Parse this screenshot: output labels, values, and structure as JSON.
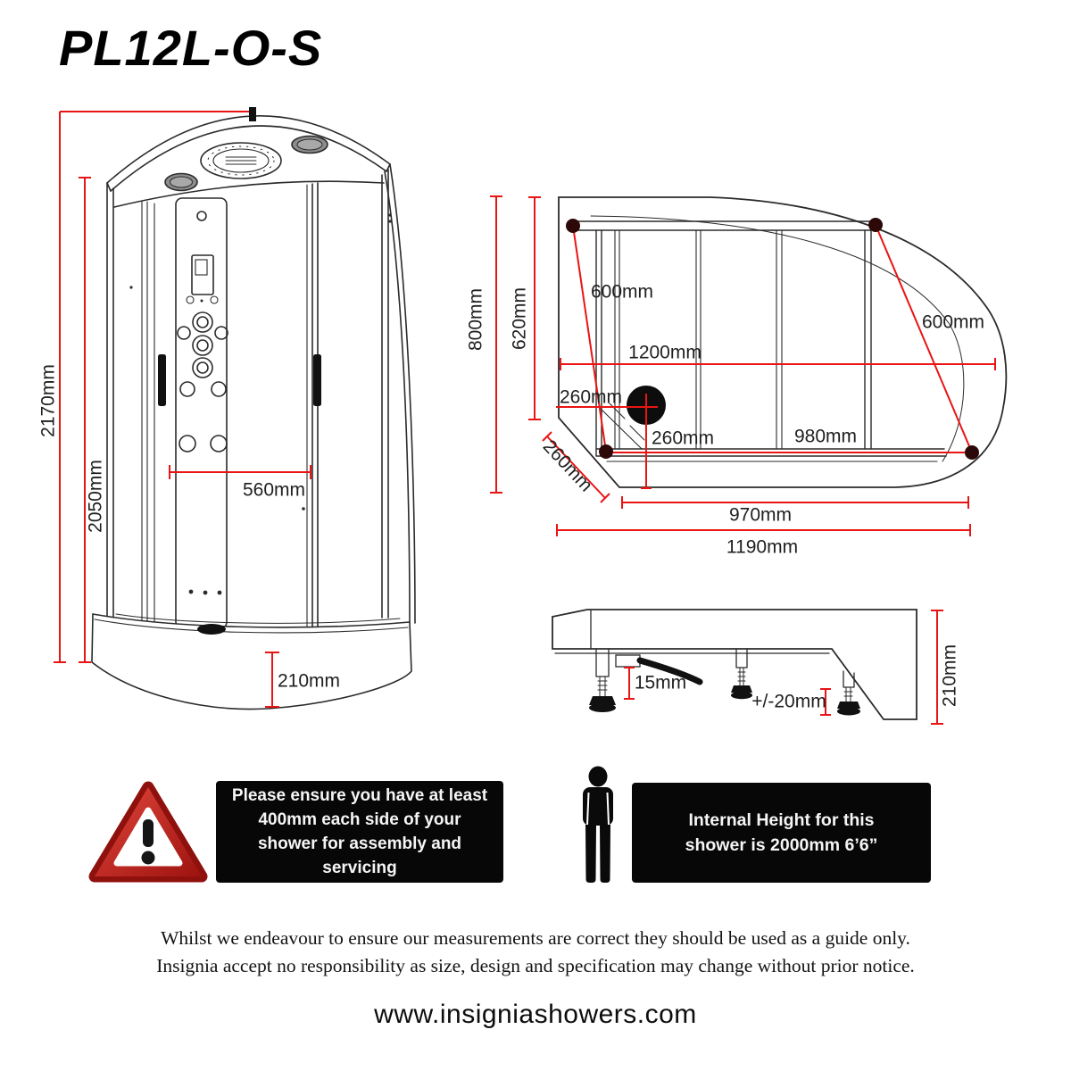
{
  "title": "PL12L-O-S",
  "front_view": {
    "overall_height": "2170mm",
    "cabin_height": "2050mm",
    "door_width": "560mm",
    "tray_height": "210mm"
  },
  "plan_view": {
    "overall_depth": "800mm",
    "internal_depth": "620mm",
    "left_door_glass": "600mm",
    "right_door_glass": "600mm",
    "internal_width": "1200mm",
    "drain_from_left": "260mm",
    "drain_to_front": "260mm",
    "door_opening": "980mm",
    "corner_chamfer": "260mm",
    "tray_width": "970mm",
    "overall_width": "1190mm"
  },
  "side_view": {
    "waste_clearance": "15mm",
    "foot_adjustment": "+/-20mm",
    "tray_height": "210mm"
  },
  "notices": {
    "service": {
      "lines": [
        "Please ensure you have at least",
        "400mm each side of your",
        "shower for assembly and",
        "servicing"
      ]
    },
    "internal_height": {
      "lines": [
        "Internal Height for this",
        "shower is 2000mm 6’6”"
      ]
    }
  },
  "disclaimer": {
    "lines": [
      "Whilst we endeavour to ensure our measurements are correct they should be used as a guide only.",
      "Insignia accept no responsibility as size, design and specification may change without prior notice."
    ]
  },
  "website": "www.insigniashowers.com",
  "colors": {
    "dimension_red": "#e91414",
    "line_color": "#2b2b2b",
    "notice_bg": "#070707",
    "notice_text": "#f5f5f5",
    "warning_red": "#c8231e"
  }
}
